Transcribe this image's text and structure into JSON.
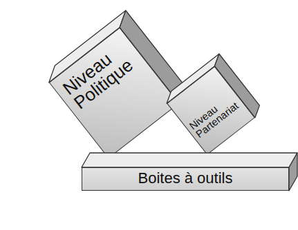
{
  "diagram": {
    "nodes": [
      {
        "text": [
          "Niveau Politique"
        ]
      },
      {
        "text": [
          "Niveau Partenariat"
        ]
      },
      {
        "text": [
          "Boites à outils"
        ]
      }
    ]
  }
}
